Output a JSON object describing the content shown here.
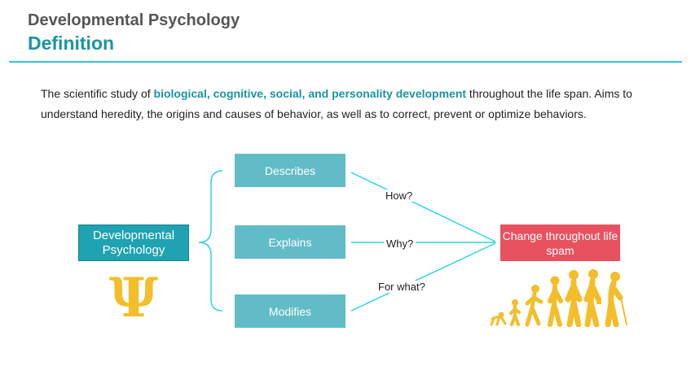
{
  "header": {
    "subtitle": "Developmental Psychology",
    "title": "Definition"
  },
  "definition": {
    "before": "The scientific study of ",
    "highlight": "biological, cognitive, social, and personality development",
    "after": " throughout the life span. Aims to understand heredity, the origins and causes of behavior, as well as to correct, prevent or optimize behaviors."
  },
  "diagram": {
    "root": "Developmental Psychology",
    "symbol": "Ψ",
    "steps": [
      "Describes",
      "Explains",
      "Modifies"
    ],
    "questions": [
      "How?",
      "Why?",
      "For what?"
    ],
    "outcome": "Change throughout life spam"
  },
  "colors": {
    "teal": "#1a94a3",
    "box": "#62bcc7",
    "outcome": "#e8515f",
    "figures": "#f4bd2a",
    "line": "#2fd3e8"
  }
}
